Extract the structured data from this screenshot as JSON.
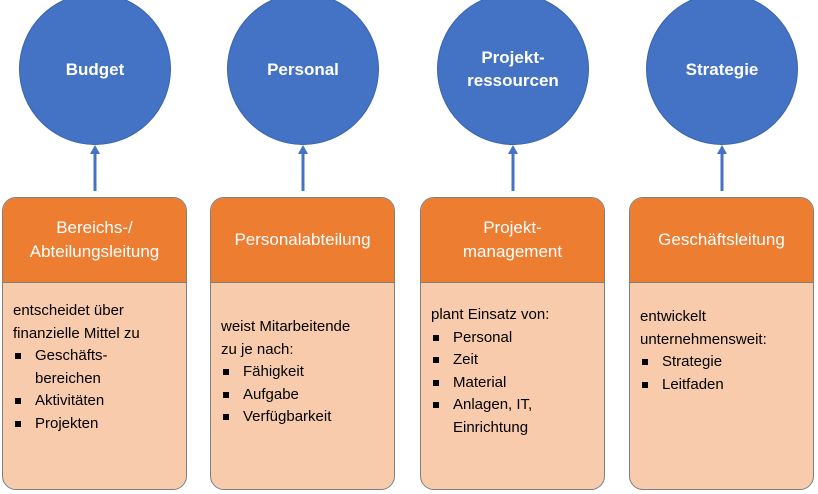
{
  "colors": {
    "circle_fill": "#4472c4",
    "arrow": "#4472c4",
    "header_fill": "#ed7d31",
    "body_fill": "#f8cbad"
  },
  "columns": [
    {
      "circle_label": "Budget",
      "header": "Bereichs-/\nAbteilungsleitung",
      "intro": "entscheidet über\nfinanzielle Mittel zu",
      "bullets": [
        "Geschäfts-\nbereichen",
        "Aktivitäten",
        "Projekten"
      ]
    },
    {
      "circle_label": "Personal",
      "header": "Personalabteilung",
      "intro": "weist Mitarbeitende\nzu je nach:",
      "bullets": [
        "Fähigkeit",
        "Aufgabe",
        "Verfügbarkeit"
      ]
    },
    {
      "circle_label": "Projekt-\nressourcen",
      "header": "Projekt-\nmanagement",
      "intro": "plant Einsatz von:",
      "bullets": [
        "Personal",
        "Zeit",
        "Material",
        "Anlagen, IT,\nEinrichtung"
      ]
    },
    {
      "circle_label": "Strategie",
      "header": "Geschäftsleitung",
      "intro": "entwickelt\nunternehmensweit:",
      "bullets": [
        "Strategie",
        "Leitfaden"
      ]
    }
  ]
}
